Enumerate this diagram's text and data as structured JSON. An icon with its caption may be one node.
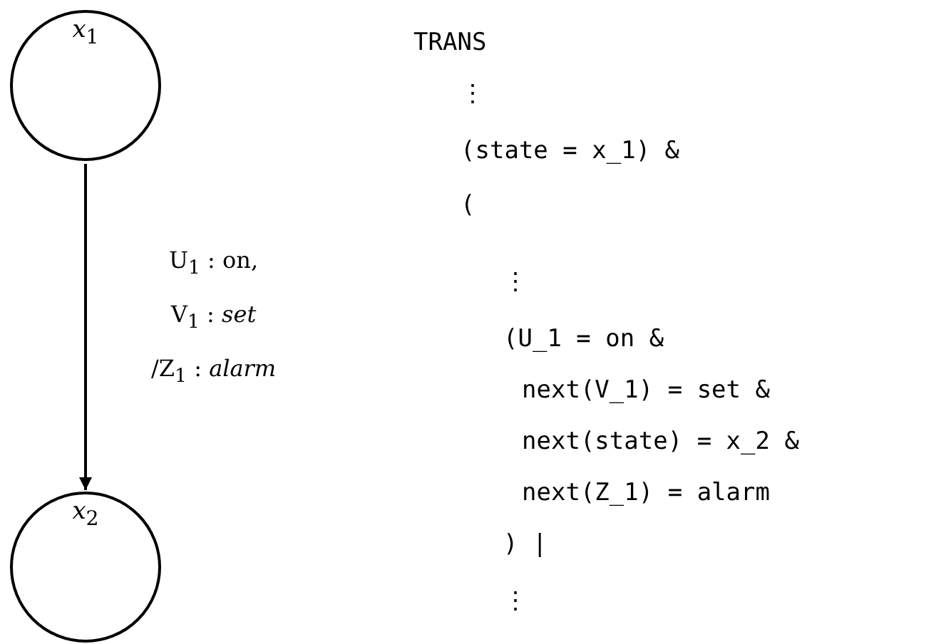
{
  "diagram": {
    "nodes": [
      {
        "text": [
          "*x*$_{1}$"
        ]
      },
      {
        "text": [
          "*x*$_{2}$"
        ]
      }
    ],
    "edges": [
      {
        "from": 0,
        "to": 1,
        "arrow": "to",
        "label": "U$_{1}$ : on, V$_{1}$ : *set* /Z$_{1}$ : *alarm*"
      }
    ],
    "labels": [
      "TRANS",
      "⋮",
      "(state = x_1) &",
      "(",
      "⋮",
      "(U_1 = on &",
      "next(V_1) = set &",
      "next(state) = x_2 &",
      "next(Z_1) = alarm",
      ") |",
      "⋮"
    ]
  }
}
